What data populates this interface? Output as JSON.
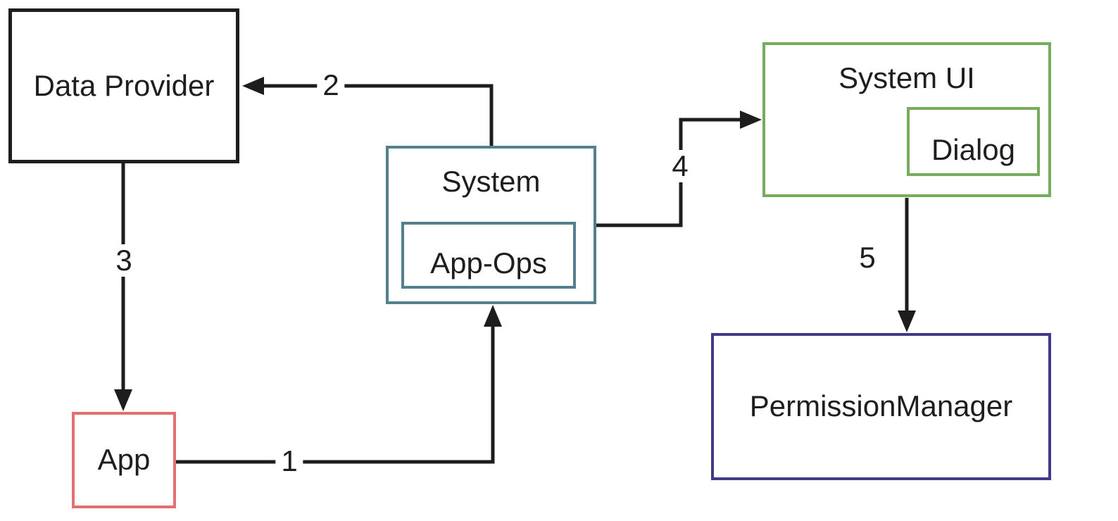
{
  "nodes": {
    "data_provider": {
      "label": "Data Provider",
      "border_color": "#1e1e1e"
    },
    "system": {
      "label": "System",
      "border_color": "#54808e"
    },
    "app_ops": {
      "label": "App-Ops",
      "border_color": "#54808e"
    },
    "system_ui": {
      "label": "System UI",
      "border_color": "#76ac5e"
    },
    "dialog": {
      "label": "Dialog",
      "border_color": "#76ac5e"
    },
    "permission_manager": {
      "label": "PermissionManager",
      "border_color": "#413a8a"
    },
    "app": {
      "label": "App",
      "border_color": "#e07170"
    }
  },
  "edges": {
    "e1": {
      "label": "1",
      "from": "App",
      "to": "System"
    },
    "e2": {
      "label": "2",
      "from": "System",
      "to": "Data Provider"
    },
    "e3": {
      "label": "3",
      "from": "Data Provider",
      "to": "App"
    },
    "e4": {
      "label": "4",
      "from": "System",
      "to": "System UI"
    },
    "e5": {
      "label": "5",
      "from": "System UI",
      "to": "PermissionManager"
    }
  },
  "colors": {
    "arrow": "#1d1d1d",
    "background": "#ffffff",
    "text": "#1e1e1e"
  }
}
